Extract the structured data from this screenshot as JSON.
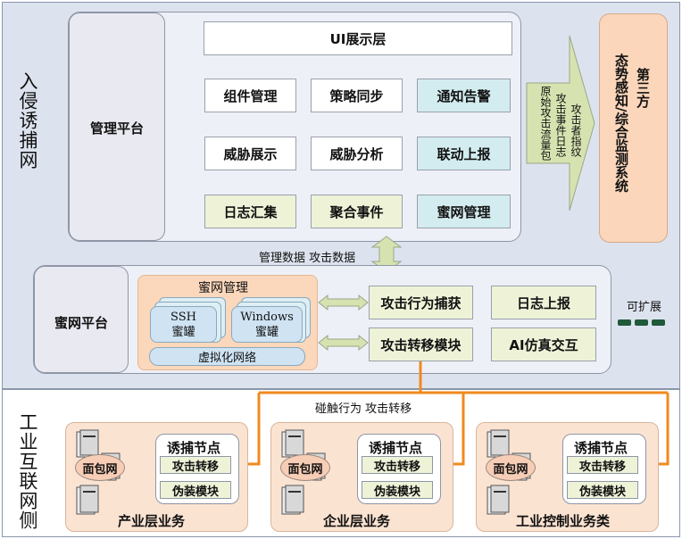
{
  "colors": {
    "orange_line": "#f08a1e",
    "arrow_fill": "#d6e3b0",
    "teal": "#d3ecef",
    "yellow": "#eef3d8",
    "peach": "#fbd7bb"
  },
  "side_labels": {
    "top": "入侵诱捕网",
    "bottom": "工业互联网侧"
  },
  "management": {
    "title": "管理平台",
    "ui_layer": "UI展示层",
    "modules": [
      "组件管理",
      "策略同步",
      "通知告警",
      "威胁展示",
      "威胁分析",
      "联动上报",
      "日志汇集",
      "聚合事件",
      "蜜网管理"
    ]
  },
  "arrow_to_third": {
    "lines": [
      "原始攻击流量包",
      "攻击事件日志",
      "攻击者指纹"
    ]
  },
  "third_party": {
    "title": "第三方",
    "subtitle": "态势感知/综合监测系统"
  },
  "middle_arrow_label": "管理数据 攻击数据",
  "honeynet": {
    "title": "蜜网平台",
    "group_title": "蜜网管理",
    "vm1": "SSH\n蜜罐",
    "vm2": "Windows\n蜜罐",
    "virtualization": "虚拟化网络",
    "modules": [
      "攻击行为捕获",
      "日志上报",
      "攻击转移模块",
      "AI仿真交互"
    ],
    "expandable": "可扩展"
  },
  "connector_label": "碰触行为 攻击转移",
  "business_units": [
    {
      "name": "产业层业务",
      "bread": "面包网",
      "lure": "诱捕节点",
      "transfer": "攻击转移",
      "disguise": "伪装模块"
    },
    {
      "name": "企业层业务",
      "bread": "面包网",
      "lure": "诱捕节点",
      "transfer": "攻击转移",
      "disguise": "伪装模块"
    },
    {
      "name": "工业控制业务类",
      "bread": "面包网",
      "lure": "诱捕节点",
      "transfer": "攻击转移",
      "disguise": "伪装模块"
    }
  ]
}
